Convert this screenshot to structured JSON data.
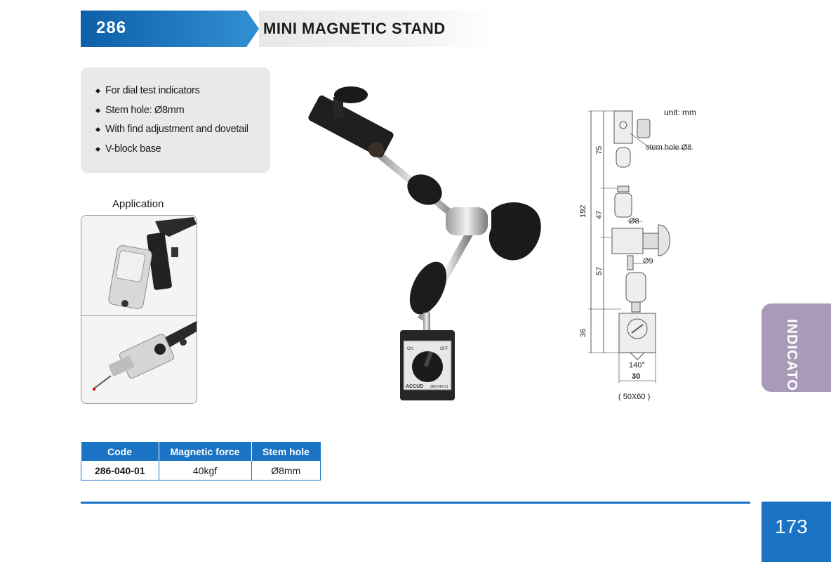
{
  "header": {
    "section_number": "286",
    "title": "MINI MAGNETIC STAND"
  },
  "features": [
    "For dial test indicators",
    "Stem hole: Ø8mm",
    "With find adjustment and dovetail",
    "V-block base"
  ],
  "application": {
    "label": "Application"
  },
  "product_image": {
    "base_brand": "ACCUD",
    "base_on": "ON",
    "base_off": "OFF",
    "base_model": "286-040-01"
  },
  "drawing": {
    "unit": "unit: mm",
    "stem_hole": "stem hole Ø8",
    "dim_total": "192",
    "dim_75": "75",
    "dim_47": "47",
    "dim_57": "57",
    "dim_36": "36",
    "dia_8": "Ø8",
    "dia_9": "Ø9",
    "angle": "140°",
    "width": "30",
    "base_size": "( 50X60 )"
  },
  "side_tab": {
    "label": "INDICATOR"
  },
  "spec_table": {
    "headers": [
      "Code",
      "Magnetic force",
      "Stem hole"
    ],
    "rows": [
      {
        "code": "286-040-01",
        "force": "40kgf",
        "stem_hole": "Ø8mm"
      }
    ]
  },
  "footer": {
    "page_number": "173"
  },
  "colors": {
    "brand_blue": "#1a73c4",
    "tab_purple": "#a99ab8",
    "feature_bg": "#e9e9ea"
  }
}
